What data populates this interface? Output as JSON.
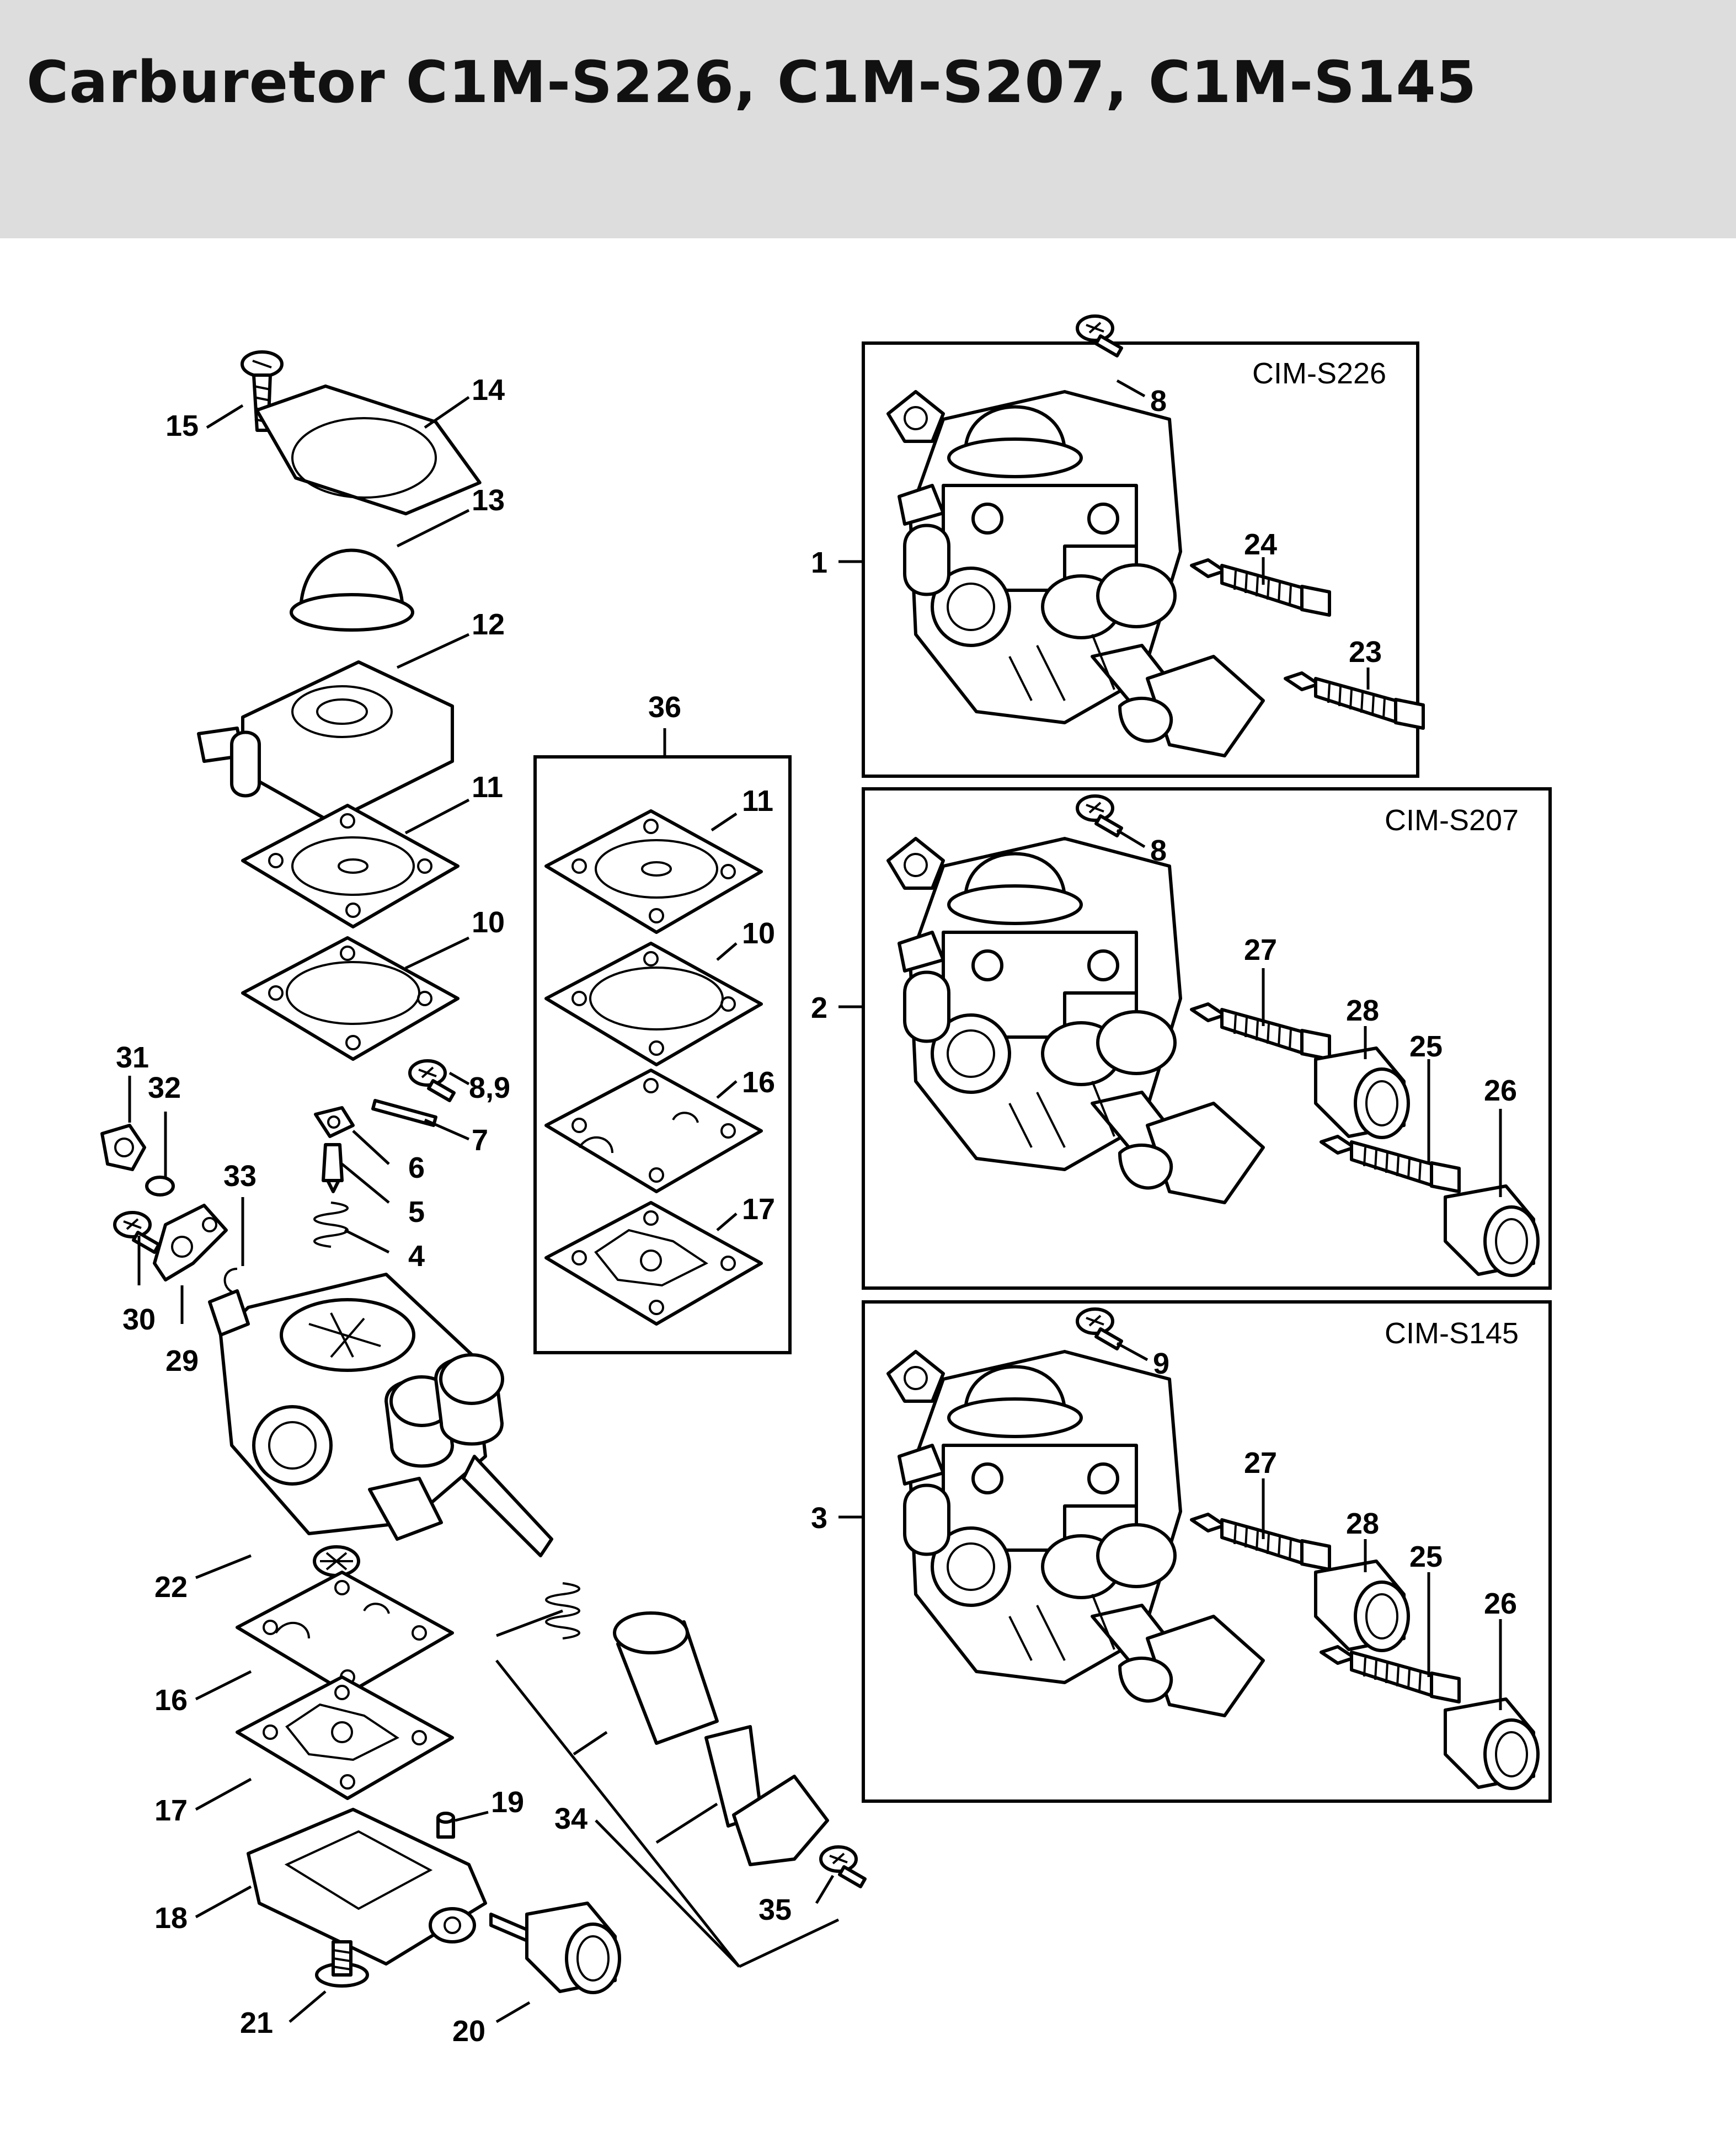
{
  "header": {
    "title": "Carburetor C1M-S226, C1M-S207, C1M-S145"
  },
  "variants": [
    {
      "callout": "1",
      "model": "CIM-S226"
    },
    {
      "callout": "2",
      "model": "CIM-S207"
    },
    {
      "callout": "3",
      "model": "CIM-S145"
    }
  ],
  "kit": {
    "callout": "36"
  },
  "callouts": {
    "c4": "4",
    "c5": "5",
    "c6": "6",
    "c7": "7",
    "c8_9": "8,9",
    "c10": "10",
    "c11": "11",
    "c12": "12",
    "c13": "13",
    "c14": "14",
    "c15": "15",
    "c16": "16",
    "c17": "17",
    "c18": "18",
    "c19": "19",
    "c20": "20",
    "c21": "21",
    "c22": "22",
    "c29": "29",
    "c30": "30",
    "c31": "31",
    "c32": "32",
    "c33": "33",
    "c34": "34",
    "c35": "35",
    "kit_11": "11",
    "kit_10": "10",
    "kit_16": "16",
    "kit_17": "17",
    "v1_8": "8",
    "v1_24": "24",
    "v1_23": "23",
    "v2_8": "8",
    "v2_27": "27",
    "v2_28": "28",
    "v2_25": "25",
    "v2_26": "26",
    "v3_9": "9",
    "v3_27": "27",
    "v3_28": "28",
    "v3_25": "25",
    "v3_26": "26"
  }
}
